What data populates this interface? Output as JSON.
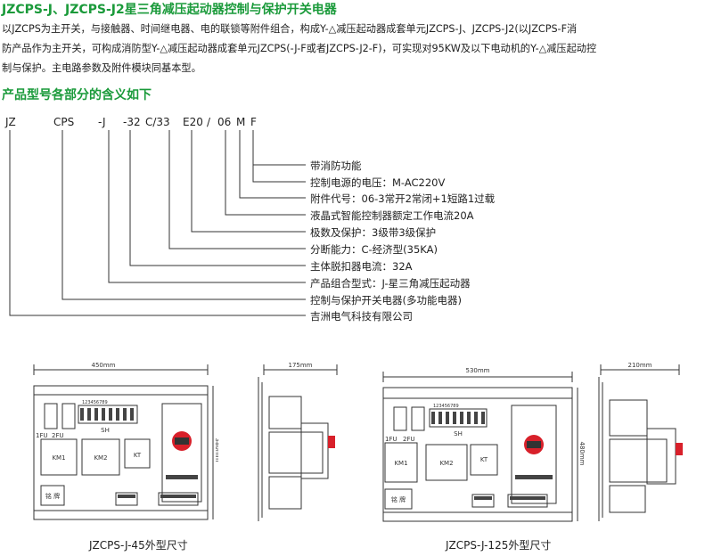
{
  "title": "JZCPS-J、JZCPS-J2星三角减压起动器控制与保护开关电器",
  "paragraph": [
    "以JZCPS为主开关，与接触器、时间继电器、电的联锁等附件组合，构成Y-△减压起动器成套单元JZCPS-J、JZCPS-J2(以JZCPS-F消",
    "防产品作为主开关，可构成消防型Y-△减压起动器成套单元JZCPS(-J-F或者JZCPS-J2-F)，可实现对95KW及以下电动机的Y-△减压起动控",
    "制与保护。主电路参数及附件模块同基本型。"
  ],
  "section_heading": "产品型号各部分的含义如下",
  "model_parts": [
    "JZ",
    "CPS",
    "-J",
    "-32",
    "C/33",
    "E20",
    "/",
    "06",
    "M",
    "F"
  ],
  "descriptions": [
    "带消防功能",
    "控制电源的电压：M-AC220V",
    "附件代号：06-3常开2常闭+1短路1过载",
    "液晶式智能控制器额定工作电流20A",
    "极数及保护：3级带3级保护",
    "分断能力：C-经济型(35KA)",
    "主体脱扣器电流：32A",
    "产品组合型式：J-星三角减压起动器",
    "控制与保护开关电器(多功能电器)",
    "吉洲电气科技有限公司"
  ],
  "drawing_left": {
    "width_label": "450mm",
    "height_label": "380mm",
    "side_label": "175mm",
    "fuse_labels": [
      "1FU",
      "2FU"
    ],
    "sh_label": "SH",
    "terminal_numbers": "123456789",
    "km1": "KM1",
    "km2": "KM2",
    "kt": "KT",
    "nameplate": "铭 牌",
    "caption": "JZCPS-J-45外型尺寸"
  },
  "drawing_right": {
    "width_label": "530mm",
    "height_label": "480mm",
    "side_label": "210mm",
    "fuse_labels": [
      "1FU",
      "2FU"
    ],
    "sh_label": "SH",
    "terminal_numbers": "123456789",
    "km1": "KM1",
    "km2": "KM2",
    "kt": "KT",
    "nameplate": "铭 牌",
    "caption": "JZCPS-J-125外型尺寸"
  },
  "colors": {
    "title_green": "#1a9a3a",
    "breaker_red": "#d8202a"
  }
}
